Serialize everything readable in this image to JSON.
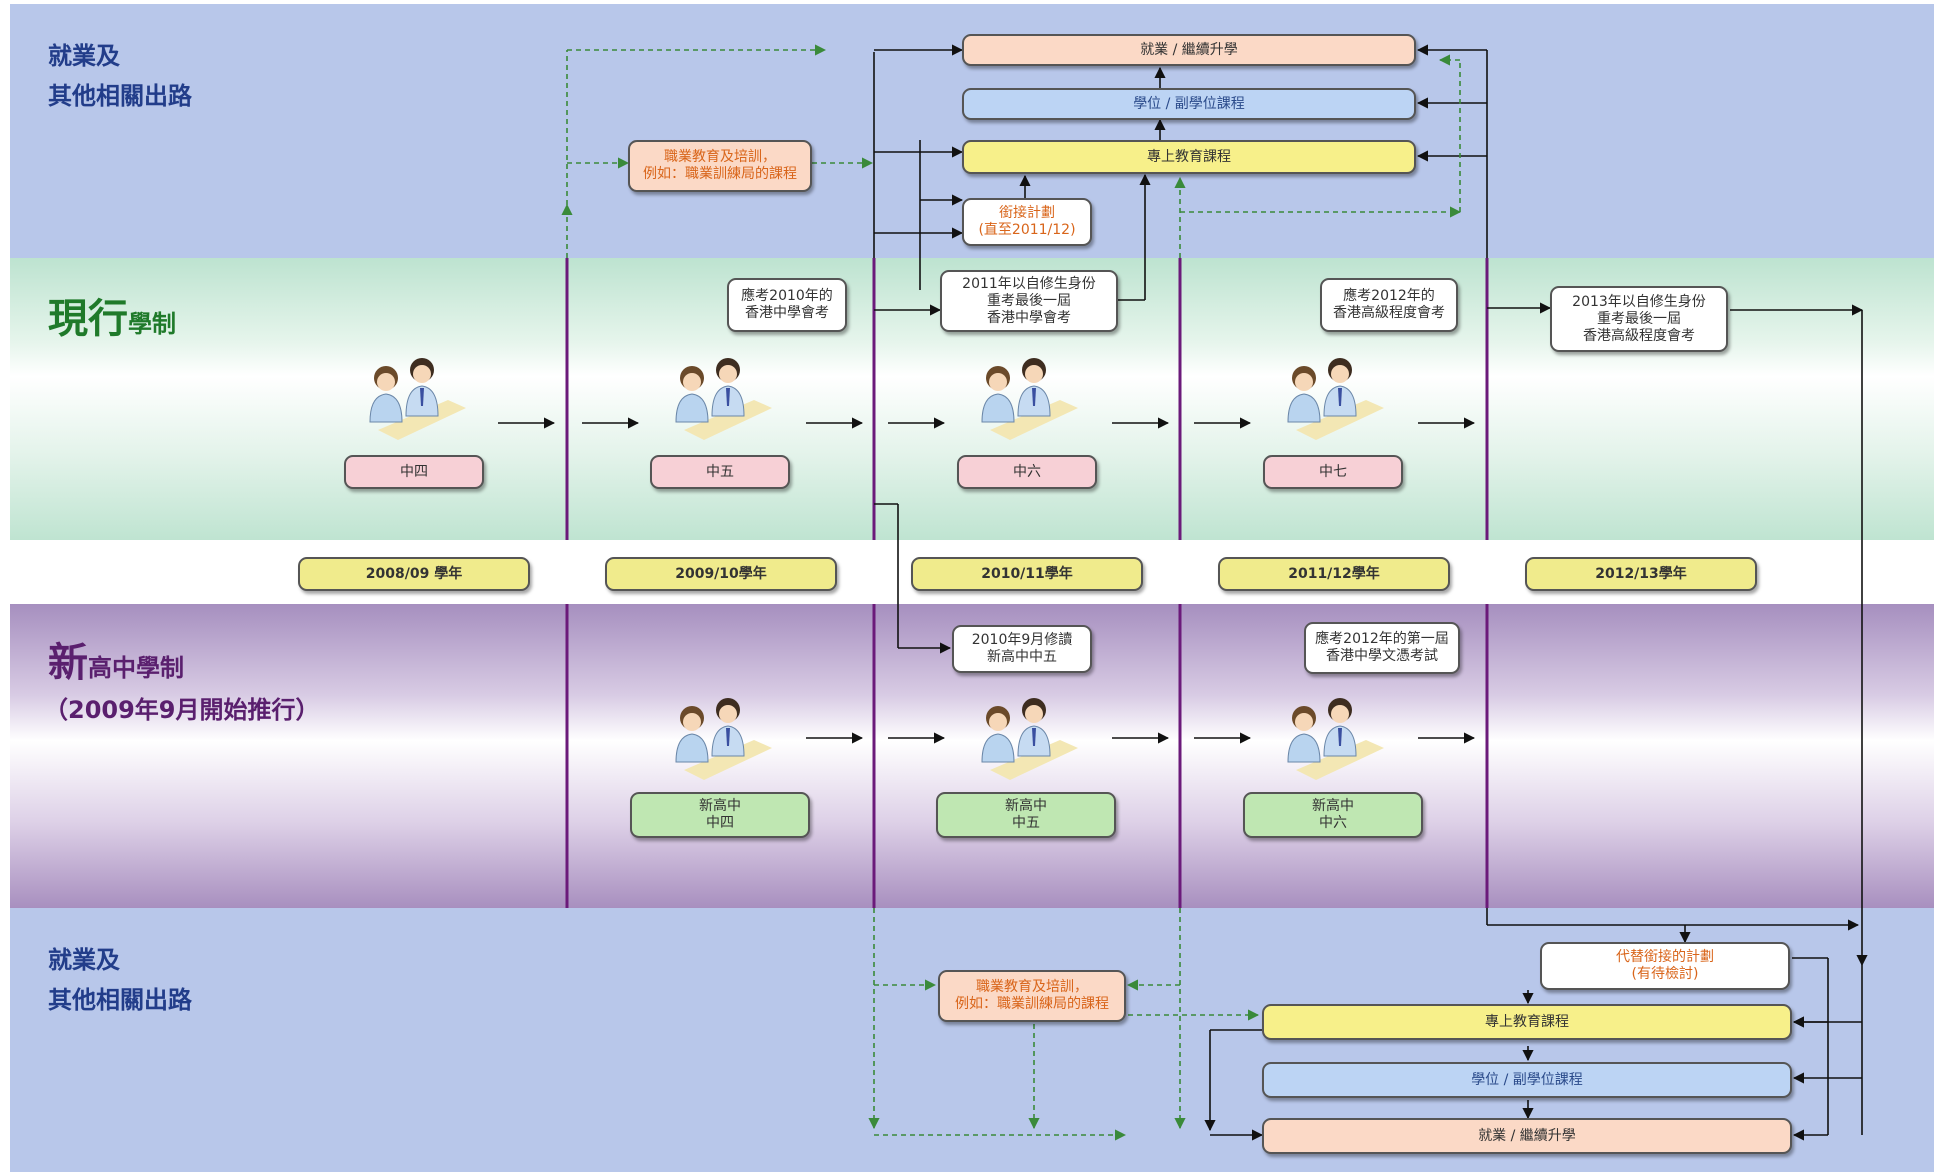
{
  "headings": {
    "top_outlet_line1": "就業及",
    "top_outlet_line2": "其他相關出路",
    "current_system_big": "現行",
    "current_system_small": "學制",
    "nss_big": "新",
    "nss_small": "高中學制",
    "nss_note": "（2009年9月開始推行）",
    "bottom_outlet_line1": "就業及",
    "bottom_outlet_line2": "其他相關出路"
  },
  "top_outlets": {
    "employment": "就業 / 繼續升學",
    "degree": "學位 / 副學位課程",
    "post_secondary": "專上教育課程",
    "bridging": "銜接計劃\n(直至2011/12)",
    "vocational": "職業教育及培訓，\n例如：職業訓練局的課程"
  },
  "current_exams": {
    "hkcee_2010": "應考2010年的\n香港中學會考",
    "hkcee_2011_private": "2011年以自修生身份\n重考最後一屆\n香港中學會考",
    "hkale_2012": "應考2012年的\n香港高級程度會考",
    "hkale_2013_private": "2013年以自修生身份\n重考最後一屆\n香港高級程度會考"
  },
  "current_levels": [
    "中四",
    "中五",
    "中六",
    "中七"
  ],
  "years": [
    "2008/09 學年",
    "2009/10學年",
    "2010/11學年",
    "2011/12學年",
    "2012/13學年"
  ],
  "nss_exams": {
    "ss5_2010": "2010年9月修讀\n新高中中五",
    "hkdse_2012": "應考2012年的第一屆\n香港中學文憑考試"
  },
  "nss_levels": [
    "新高中\n中四",
    "新高中\n中五",
    "新高中\n中六"
  ],
  "bottom_outlets": {
    "vocational": "職業教育及培訓，\n例如：職業訓練局的課程",
    "alternative": "代替銜接的計劃\n(有待檢討)",
    "post_secondary": "專上教育課程",
    "degree": "學位 / 副學位課程",
    "employment": "就業 / 繼續升學"
  },
  "colors": {
    "outlet_band": "#b8c7ea",
    "current_band": "#bde3d0",
    "nss_band": "#a68fbf",
    "divider": "#6b1a7a",
    "current_title": "#1f7a2a",
    "nss_title": "#5a1f6e",
    "outlet_title": "#223d8a",
    "dashed_arrow": "#3a8a3a"
  },
  "icons": [
    "students-icon"
  ]
}
